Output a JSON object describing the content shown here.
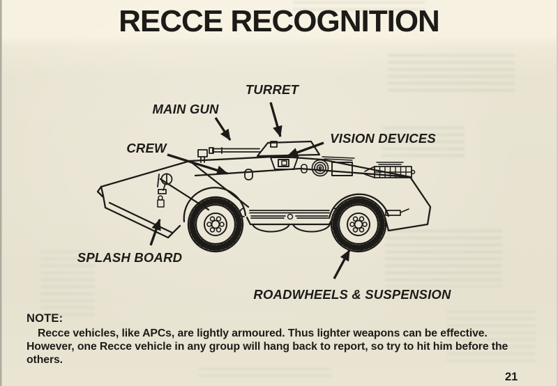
{
  "page": {
    "title": "RECCE RECOGNITION",
    "page_number": "21"
  },
  "diagram": {
    "subject": "side-view line drawing of a BRDM-style wheeled recce vehicle",
    "labels": [
      {
        "id": "turret",
        "text": "TURRET"
      },
      {
        "id": "main-gun",
        "text": "MAIN GUN"
      },
      {
        "id": "crew",
        "text": "CREW"
      },
      {
        "id": "vision-devices",
        "text": "VISION DEVICES"
      },
      {
        "id": "splash-board",
        "text": "SPLASH BOARD"
      },
      {
        "id": "roadwheels-suspension",
        "text": "ROADWHEELS & SUSPENSION"
      }
    ]
  },
  "note": {
    "heading": "NOTE:",
    "body": "Recce vehicles, like APCs, are lightly armoured. Thus lighter weapons can be effective. However, one Recce vehicle in any group will hang back to report, so try to hit him before the others."
  },
  "colors": {
    "paper": "#e9e4d2",
    "paper_light": "#f7f1e1",
    "ink": "#1d1b18"
  }
}
